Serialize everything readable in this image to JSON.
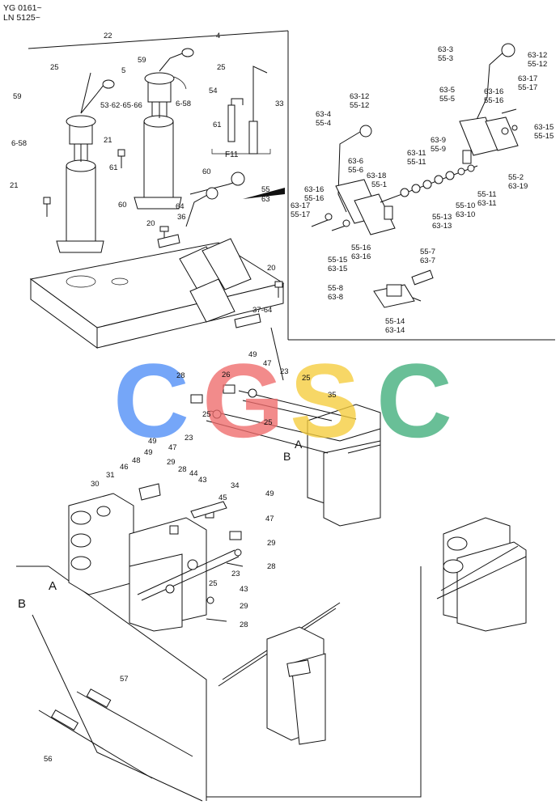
{
  "header": {
    "line1": "YG 0161~",
    "line2": "LN 5125~"
  },
  "watermark": {
    "letters": [
      "C",
      "G",
      "S",
      "C"
    ],
    "colors": [
      "#4f8ef7",
      "#ef6b6b",
      "#f5cc3c",
      "#3fae7a"
    ]
  },
  "inset": {
    "group_label": "F11"
  },
  "section_marks": [
    "A",
    "B"
  ],
  "callouts": {
    "left": [
      "22",
      "4",
      "5",
      "59",
      "25",
      "25",
      "59",
      "53·62·65·66",
      "6-58",
      "6-58",
      "61",
      "61",
      "21",
      "21",
      "60",
      "60",
      "54",
      "33",
      "55",
      "63",
      "64",
      "36",
      "20",
      "20",
      "37-64"
    ],
    "inset": [
      "63-3",
      "55-3",
      "63-12",
      "55-12",
      "63-17",
      "55-17",
      "63-16",
      "55-16",
      "63-15",
      "55-15",
      "63-5",
      "55-5",
      "63-12",
      "55-12",
      "63-4",
      "55-4",
      "63-9",
      "55-9",
      "63-6",
      "55-6",
      "63-11",
      "55-11",
      "63-18",
      "55-1",
      "63-16",
      "55-16",
      "63-17",
      "55-17",
      "55-2",
      "63-19",
      "55-11",
      "63-11",
      "55-10",
      "63-10",
      "55-13",
      "63-13",
      "55-16",
      "63-16",
      "55-15",
      "63-15",
      "55-7",
      "63-7",
      "55-8",
      "63-8",
      "55-14",
      "63-14"
    ],
    "lower": [
      "49",
      "47",
      "23",
      "25",
      "28",
      "26",
      "35",
      "25",
      "49",
      "47",
      "23",
      "25",
      "34",
      "49",
      "48",
      "46",
      "29",
      "28",
      "31",
      "30",
      "43",
      "44",
      "45",
      "49",
      "47",
      "29",
      "28",
      "23",
      "25",
      "43",
      "29",
      "28",
      "57",
      "56"
    ]
  }
}
